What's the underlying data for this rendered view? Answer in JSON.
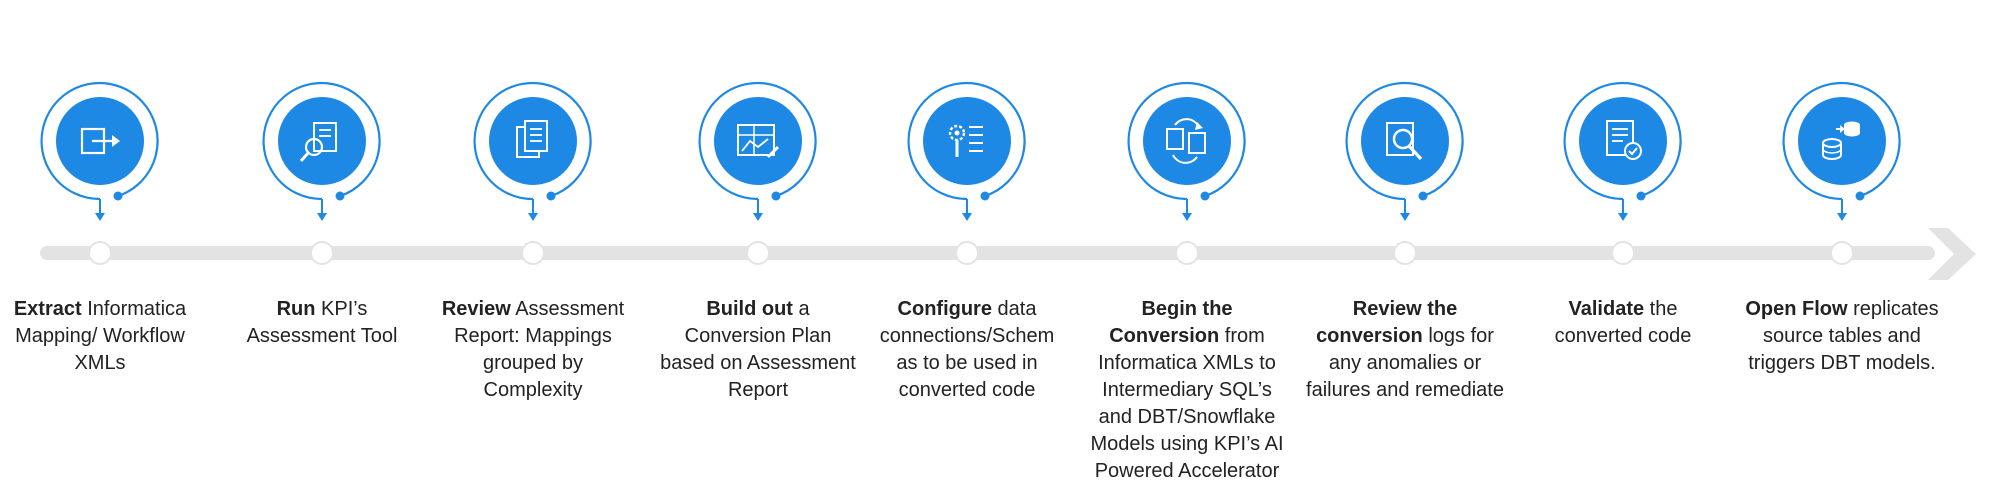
{
  "colors": {
    "accent": "#1e88e5",
    "ring": "#1e88e5",
    "track": "#e3e3e3",
    "text": "#222222"
  },
  "steps": [
    {
      "bold": "Extract",
      "rest": "Informatica Mapping/ Workflow XMLs",
      "icon": "export-icon"
    },
    {
      "bold": "Run",
      "rest": "KPI’s Assessment Tool",
      "icon": "search-document-icon"
    },
    {
      "bold": "Review",
      "rest": "Assessment Report: Mappings grouped by Complexity",
      "icon": "documents-icon"
    },
    {
      "bold": "Build out",
      "rest": "a Conversion Plan based on Assessment Report",
      "icon": "blueprint-icon"
    },
    {
      "bold": "Configure",
      "rest": "data connections/Schem as to be used in converted code",
      "icon": "settings-list-icon"
    },
    {
      "bold": "Begin the Conversion",
      "rest": "from Informatica XMLs to Intermediary SQL’s and DBT/Snowflake Models using KPI’s AI Powered Accelerator",
      "icon": "convert-files-icon"
    },
    {
      "bold": "Review the conversion",
      "rest": "logs for any anomalies or failures and remediate",
      "icon": "magnify-review-icon"
    },
    {
      "bold": "Validate",
      "rest": "the converted code",
      "icon": "validate-document-icon"
    },
    {
      "bold": "Open Flow",
      "rest": "replicates source tables and triggers DBT models.",
      "icon": "database-transfer-icon"
    }
  ]
}
